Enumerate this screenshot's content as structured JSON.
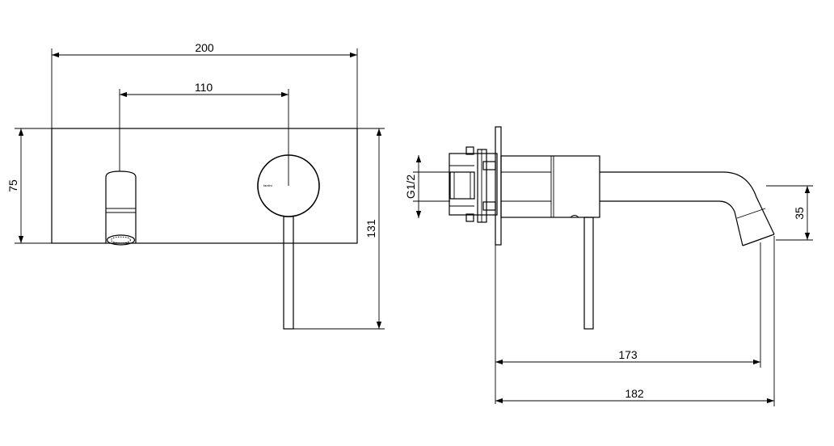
{
  "dimensions": {
    "plate_width": "200",
    "axis_distance": "110",
    "plate_height": "75",
    "total_height": "131",
    "thread": "G1/2",
    "spout_drop": "35",
    "projection_inner": "173",
    "projection_total": "182"
  },
  "logo_text": "fantini"
}
